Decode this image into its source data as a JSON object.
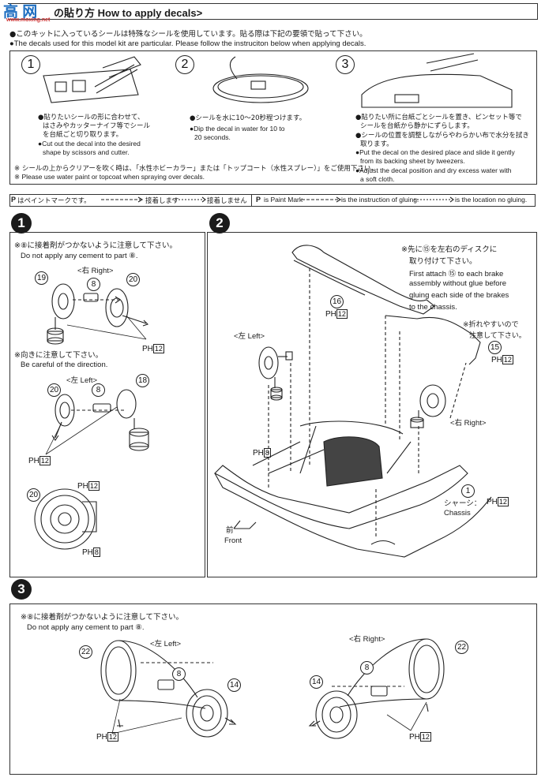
{
  "header": {
    "watermark_chars": "高 网",
    "title": "の貼り方 How to apply decals>",
    "watermark_site": "www.moxing.net"
  },
  "decal": {
    "intro_jp": "●このキットに入っているシールは特殊なシールを使用しています。貼る際は下記の要領で貼って下さい。",
    "intro_en": "●The decals used for this model kit are particular. Please follow the instruciton below when applying decals.",
    "steps": [
      {
        "num": "1",
        "jp1": "●貼りたいシールの形に合わせて、",
        "jp2": "はさみやカッターナイフ等でシール",
        "jp3": "を台紙ごと切り取ります。",
        "en1": "●Cut out the decal into the desired",
        "en2": "shape by scissors and cutter."
      },
      {
        "num": "2",
        "jp1": "●シールを水に10〜20秒程つけます。",
        "en1": "●Dip the decal in water for 10 to",
        "en2": "20 seconds."
      },
      {
        "num": "3",
        "jp1": "●貼りたい所に台紙ごとシールを置き、ピンセット等で",
        "jp2": "シールを台紙から静かにずらします。",
        "jp3": "●シールの位置を調整しながらやわらかい布で水分を拭き",
        "jp4": "取ります。",
        "en1": "●Put the decal on the desired place and slide it gently",
        "en2": "from its backing sheet by tweezers.",
        "en3": "●Adjust the decal position and dry excess water with",
        "en4": "a soft cloth."
      }
    ],
    "note_jp": "※ シールの上からクリアーを吹く時は、「水性ホビーカラー」または「トップコート（水性スプレー）」をご使用下さい。",
    "note_en": "※ Please use water paint or topcoat when spraying over decals."
  },
  "legend": {
    "jp_p": "はペイントマークです。",
    "jp_glue": "接着します",
    "jp_noglue": "接着しません",
    "en_p": "is Paint Mark",
    "en_glue": "is the instruction of gluing.",
    "en_noglue": "is the location no gluing."
  },
  "step1": {
    "number": "1",
    "note_jp": "※⑧に接着剤がつかないように注意して下さい。",
    "note_en": "Do not apply any cement to part ⑧.",
    "right_label": "<右 Right>",
    "dir_jp": "※向きに注意して下さい。",
    "dir_en": "Be careful of the direction.",
    "left_label": "<左 Left>",
    "parts": [
      "19",
      "8",
      "20",
      "20",
      "8",
      "18",
      "20"
    ],
    "paint": [
      "12",
      "12",
      "12",
      "8"
    ]
  },
  "step2": {
    "number": "2",
    "note_jp1": "※先に⑮を左右のディスクに",
    "note_jp2": "取り付けて下さい。",
    "note_en1": "First attach ⑮ to each brake",
    "note_en2": "assembly without glue before",
    "note_en3": "gluing each side of the brakes",
    "note_en4": "to the chassis.",
    "fragile_jp1": "※折れやすいので",
    "fragile_jp2": "注意して下さい。",
    "left_label": "<左 Left>",
    "right_label": "<右 Right>",
    "chassis_jp": "シャーシ：",
    "chassis_en": "Chassis",
    "front_jp": "前",
    "front_en": "Front",
    "parts": [
      "16",
      "15",
      "1"
    ],
    "paint": [
      "12",
      "12",
      "8",
      "12"
    ]
  },
  "step3": {
    "number": "3",
    "note_jp": "※⑧に接着剤がつかないように注意して下さい。",
    "note_en": "Do not apply any cement to part ⑧.",
    "left_label": "<左 Left>",
    "right_label": "<右 Right>",
    "parts": [
      "22",
      "8",
      "14",
      "8",
      "22",
      "14"
    ],
    "paint": [
      "12",
      "12"
    ]
  },
  "ph_label": "PH"
}
